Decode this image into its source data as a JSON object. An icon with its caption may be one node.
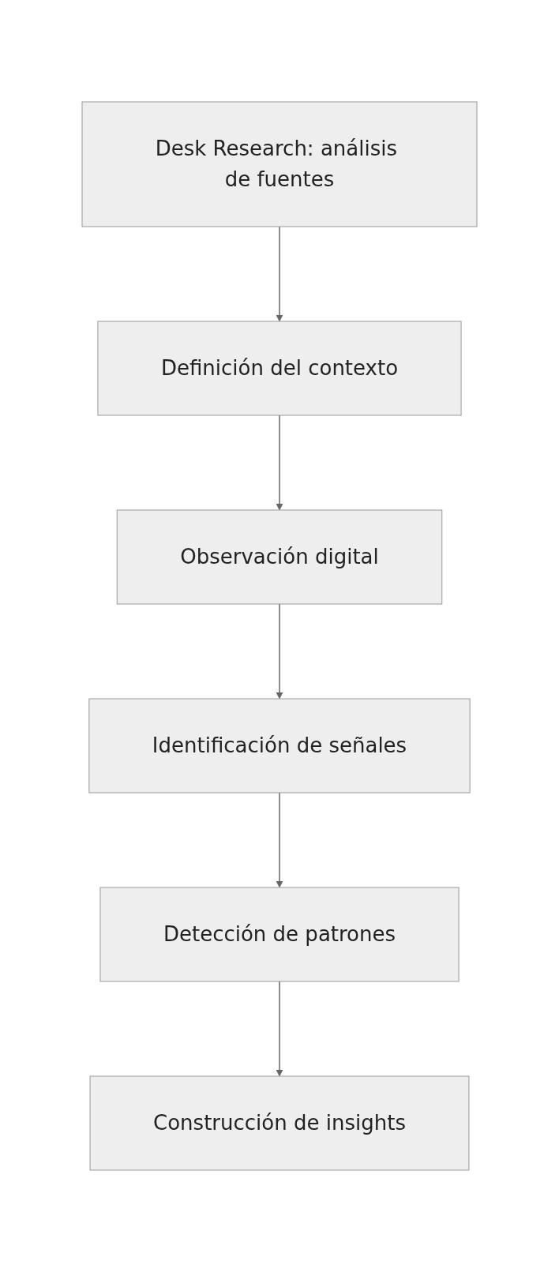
{
  "diagram": {
    "nodes": [
      {
        "text": [
          "Desk Research: análisis de fuentes"
        ]
      },
      {
        "text": [
          "Definición del contexto"
        ]
      },
      {
        "text": [
          "Observación digital"
        ]
      },
      {
        "text": [
          "Identificación de señales"
        ]
      },
      {
        "text": [
          "Detección de patrones"
        ]
      },
      {
        "text": [
          "Construcción de insights"
        ]
      }
    ],
    "edges": [
      {
        "from": 0,
        "to": 1,
        "arrow": "to"
      },
      {
        "from": 1,
        "to": 2,
        "arrow": "to"
      },
      {
        "from": 2,
        "to": 3,
        "arrow": "to"
      },
      {
        "from": 3,
        "to": 4,
        "arrow": "to"
      },
      {
        "from": 4,
        "to": 5,
        "arrow": "to"
      }
    ]
  }
}
